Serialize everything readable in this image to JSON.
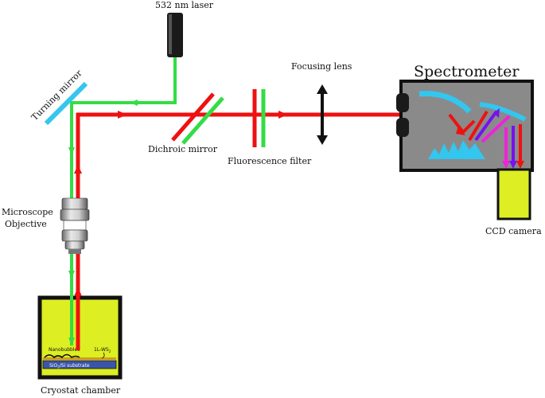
{
  "labels": {
    "laser": "532 nm laser",
    "turning_mirror": "Turning mirror",
    "dichroic_mirror": "Dichroic mirror",
    "fluorescence_filter": "Fluorescence filter",
    "focusing_lens": "Focusing lens",
    "spectrometer": "Spectrometer",
    "ccd_camera": "CCD camera",
    "objective_line1": "Microscope",
    "objective_line2": "Objective",
    "cryostat": "Cryostat chamber",
    "nanobubbles": "Nanobubbles",
    "monolayer": "1L-WS",
    "monolayer_sub": "2",
    "substrate_pre": "SiO",
    "substrate_sub": "2",
    "substrate_post": "/Si substrate"
  },
  "colors": {
    "excitation_beam": "#33dd44",
    "emission_beam": "#ee1111",
    "chamber_fill": "#ddee22",
    "spectrometer_fill": "#8a8a8a",
    "grating": "#33c6ee",
    "purple_ray": "#7711ee",
    "magenta_ray": "#ee22dd"
  }
}
